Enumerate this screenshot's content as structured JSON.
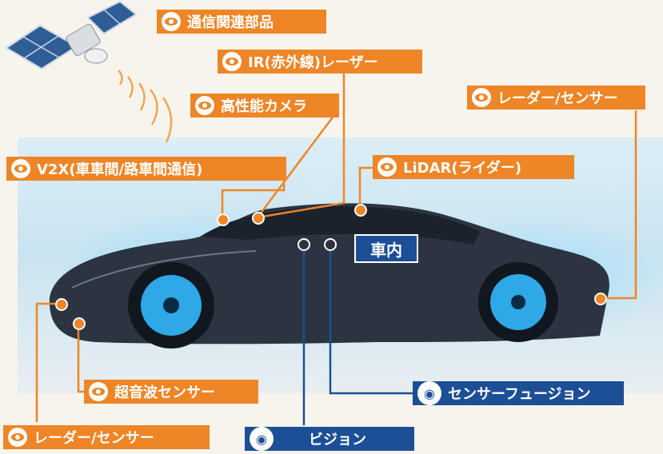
{
  "labels": {
    "communication_parts": "通信関連部品",
    "ir_laser": "IR(赤外線)レーザー",
    "hp_camera": "高性能カメラ",
    "radar_top": "レーダー/センサー",
    "v2x": "V2X(車車間/路車間通信)",
    "lidar": "LiDAR(ライダー)",
    "ultrasonic": "超音波センサー",
    "radar_bottom": "レーダー/センサー",
    "vision": "ビジョン",
    "sensor_fusion": "センサーフュージョン"
  },
  "inside_label": "車内",
  "colors": {
    "orange": "#ee8526",
    "blue": "#1c4f95",
    "background": "#f6f4ec"
  }
}
